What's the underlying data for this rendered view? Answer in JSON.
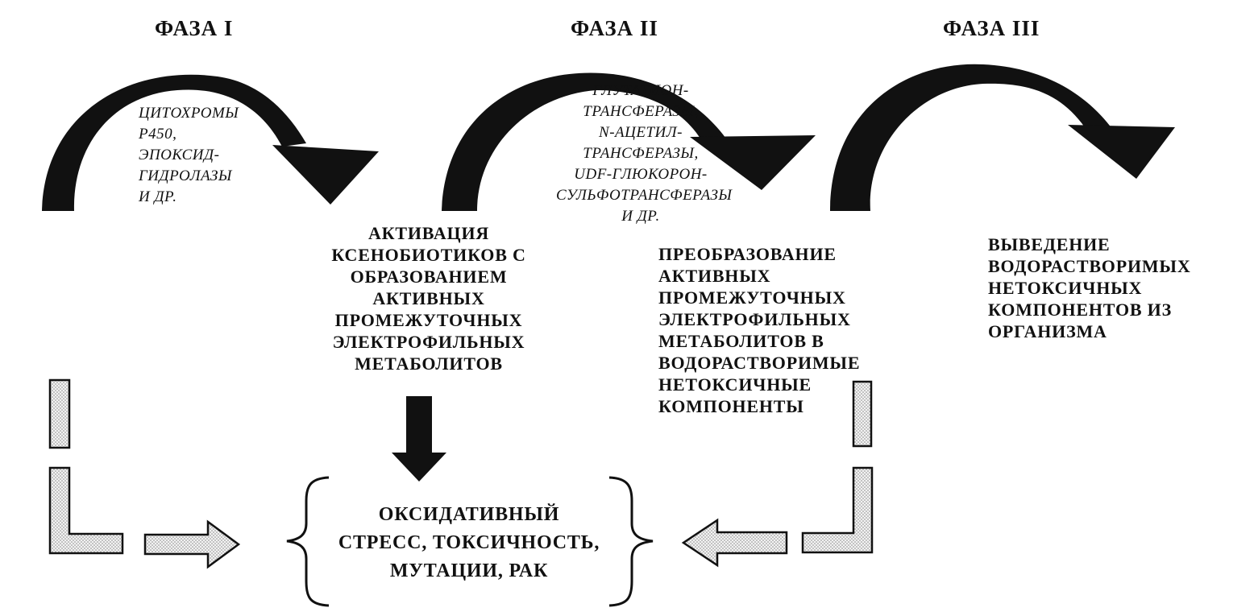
{
  "phases": [
    {
      "title": "ФАЗА I",
      "enzymes": "ЦИТОХРОМЫ\nР450,\nЭПОКСИД-\nГИДРОЛАЗЫ\nИ ДР.",
      "description": "АКТИВАЦИЯ\nКСЕНОБИОТИКОВ С\nОБРАЗОВАНИЕМ\nАКТИВНЫХ\nПРОМЕЖУТОЧНЫХ\nЭЛЕКТРОФИЛЬНЫХ\nМЕТАБОЛИТОВ"
    },
    {
      "title": "ФАЗА II",
      "enzymes": "ГЛУТАТИОН-\nТРАНСФЕРАЗЫ,\nN-АЦЕТИЛ-\nТРАНСФЕРАЗЫ,\nUDF-ГЛЮКОРОН-\nСУЛЬФОТРАНСФЕРАЗЫ\nИ ДР.",
      "description": "ПРЕОБРАЗОВАНИЕ\nАКТИВНЫХ\nПРОМЕЖУТОЧНЫХ\nЭЛЕКТРОФИЛЬНЫХ\nМЕТАБОЛИТОВ В\nВОДОРАСТВОРИМЫЕ\nНЕТОКСИЧНЫЕ\nКОМПОНЕНТЫ"
    },
    {
      "title": "ФАЗА III",
      "description": "ВЫВЕДЕНИЕ\nВОДОРАСТВОРИМЫХ\nНЕТОКСИЧНЫХ\nКОМПОНЕНТОВ ИЗ\nОРГАНИЗМА"
    }
  ],
  "result": "ОКСИДАТИВНЫЙ\nСТРЕСС, ТОКСИЧНОСТЬ,\nМУТАЦИИ, РАК",
  "colors": {
    "ink": "#111111",
    "hatch_fill": "#d9d9d9",
    "background": "#ffffff"
  }
}
